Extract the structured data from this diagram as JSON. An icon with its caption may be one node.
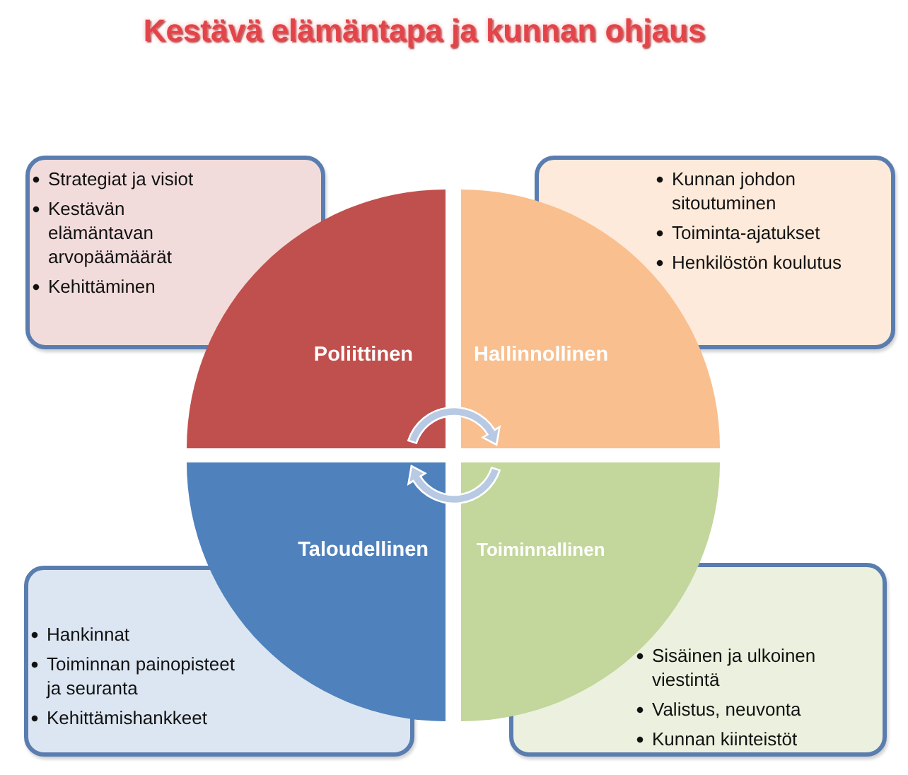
{
  "diagram": {
    "title": "Kestävä elämäntapa ja kunnan ohjaus",
    "nodes": [
      {
        "text": [
          "Strategiat ja visiot",
          "Kestävän elämäntavan arvopäämäärät",
          "Kehittäminen"
        ]
      },
      {
        "text": [
          "Kunnan johdon sitoutuminen",
          "Toiminta-ajatukset",
          "Henkilöstön koulutus"
        ]
      },
      {
        "text": [
          "Poliittinen"
        ]
      },
      {
        "text": [
          "Hallinnollinen"
        ]
      },
      {
        "text": [
          "Taloudellinen"
        ]
      },
      {
        "text": [
          "Toiminnallinen"
        ]
      },
      {
        "text": [
          "Hankinnat",
          "Toiminnan painopisteet ja seuranta",
          "Kehittämishankkeet"
        ]
      },
      {
        "text": [
          "Sisäinen ja ulkoinen viestintä",
          "Valistus, neuvonta",
          "Kunnan kiinteistöt"
        ]
      }
    ]
  }
}
